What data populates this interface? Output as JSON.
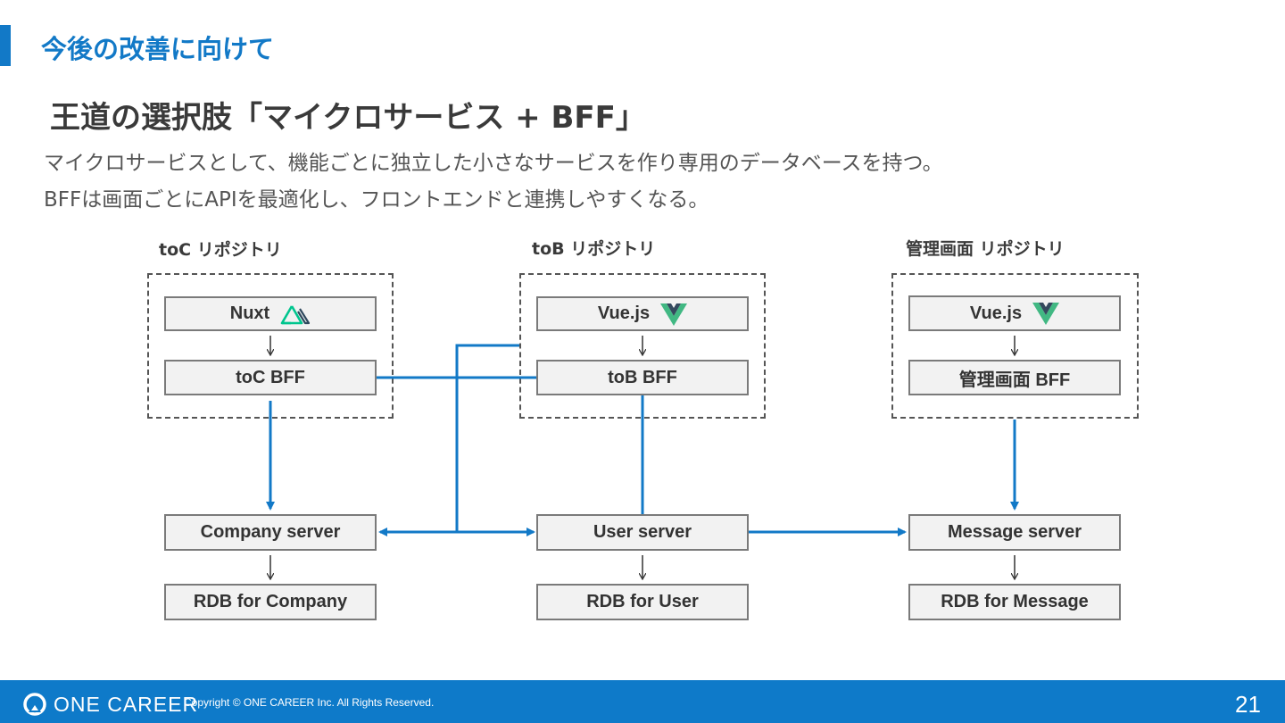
{
  "slide": {
    "section_title": "今後の改善に向けて",
    "main_title": "王道の選択肢「マイクロサービス + BFF」",
    "description_line1": "マイクロサービスとして、機能ごとに独立した小さなサービスを作り専用のデータベースを持つ。",
    "description_line2": "BFFは画面ごとにAPIを最適化し、フロントエンドと連携しやすくなる。"
  },
  "repos": {
    "toc": {
      "label": "toC リポジトリ",
      "frontend": "Nuxt",
      "frontend_icon": "nuxt-icon",
      "bff": "toC BFF"
    },
    "tob": {
      "label": "toB リポジトリ",
      "frontend": "Vue.js",
      "frontend_icon": "vue-icon",
      "bff": "toB BFF"
    },
    "admin": {
      "label": "管理画面 リポジトリ",
      "frontend": "Vue.js",
      "frontend_icon": "vue-icon",
      "bff": "管理画面 BFF"
    }
  },
  "services": {
    "company": {
      "server": "Company server",
      "db": "RDB for Company"
    },
    "user": {
      "server": "User server",
      "db": "RDB for User"
    },
    "message": {
      "server": "Message server",
      "db": "RDB for Message"
    }
  },
  "colors": {
    "accent": "#1279C7",
    "footer": "#0E7AC9",
    "node_fill": "#F2F2F2",
    "nuxt_green": "#00C58E",
    "vue_green": "#41B883",
    "vue_dark": "#34495E"
  },
  "footer": {
    "brand": "ONE CAREER",
    "copyright": "Copyright © ONE CAREER Inc. All Rights Reserved.",
    "page_number": "21"
  }
}
